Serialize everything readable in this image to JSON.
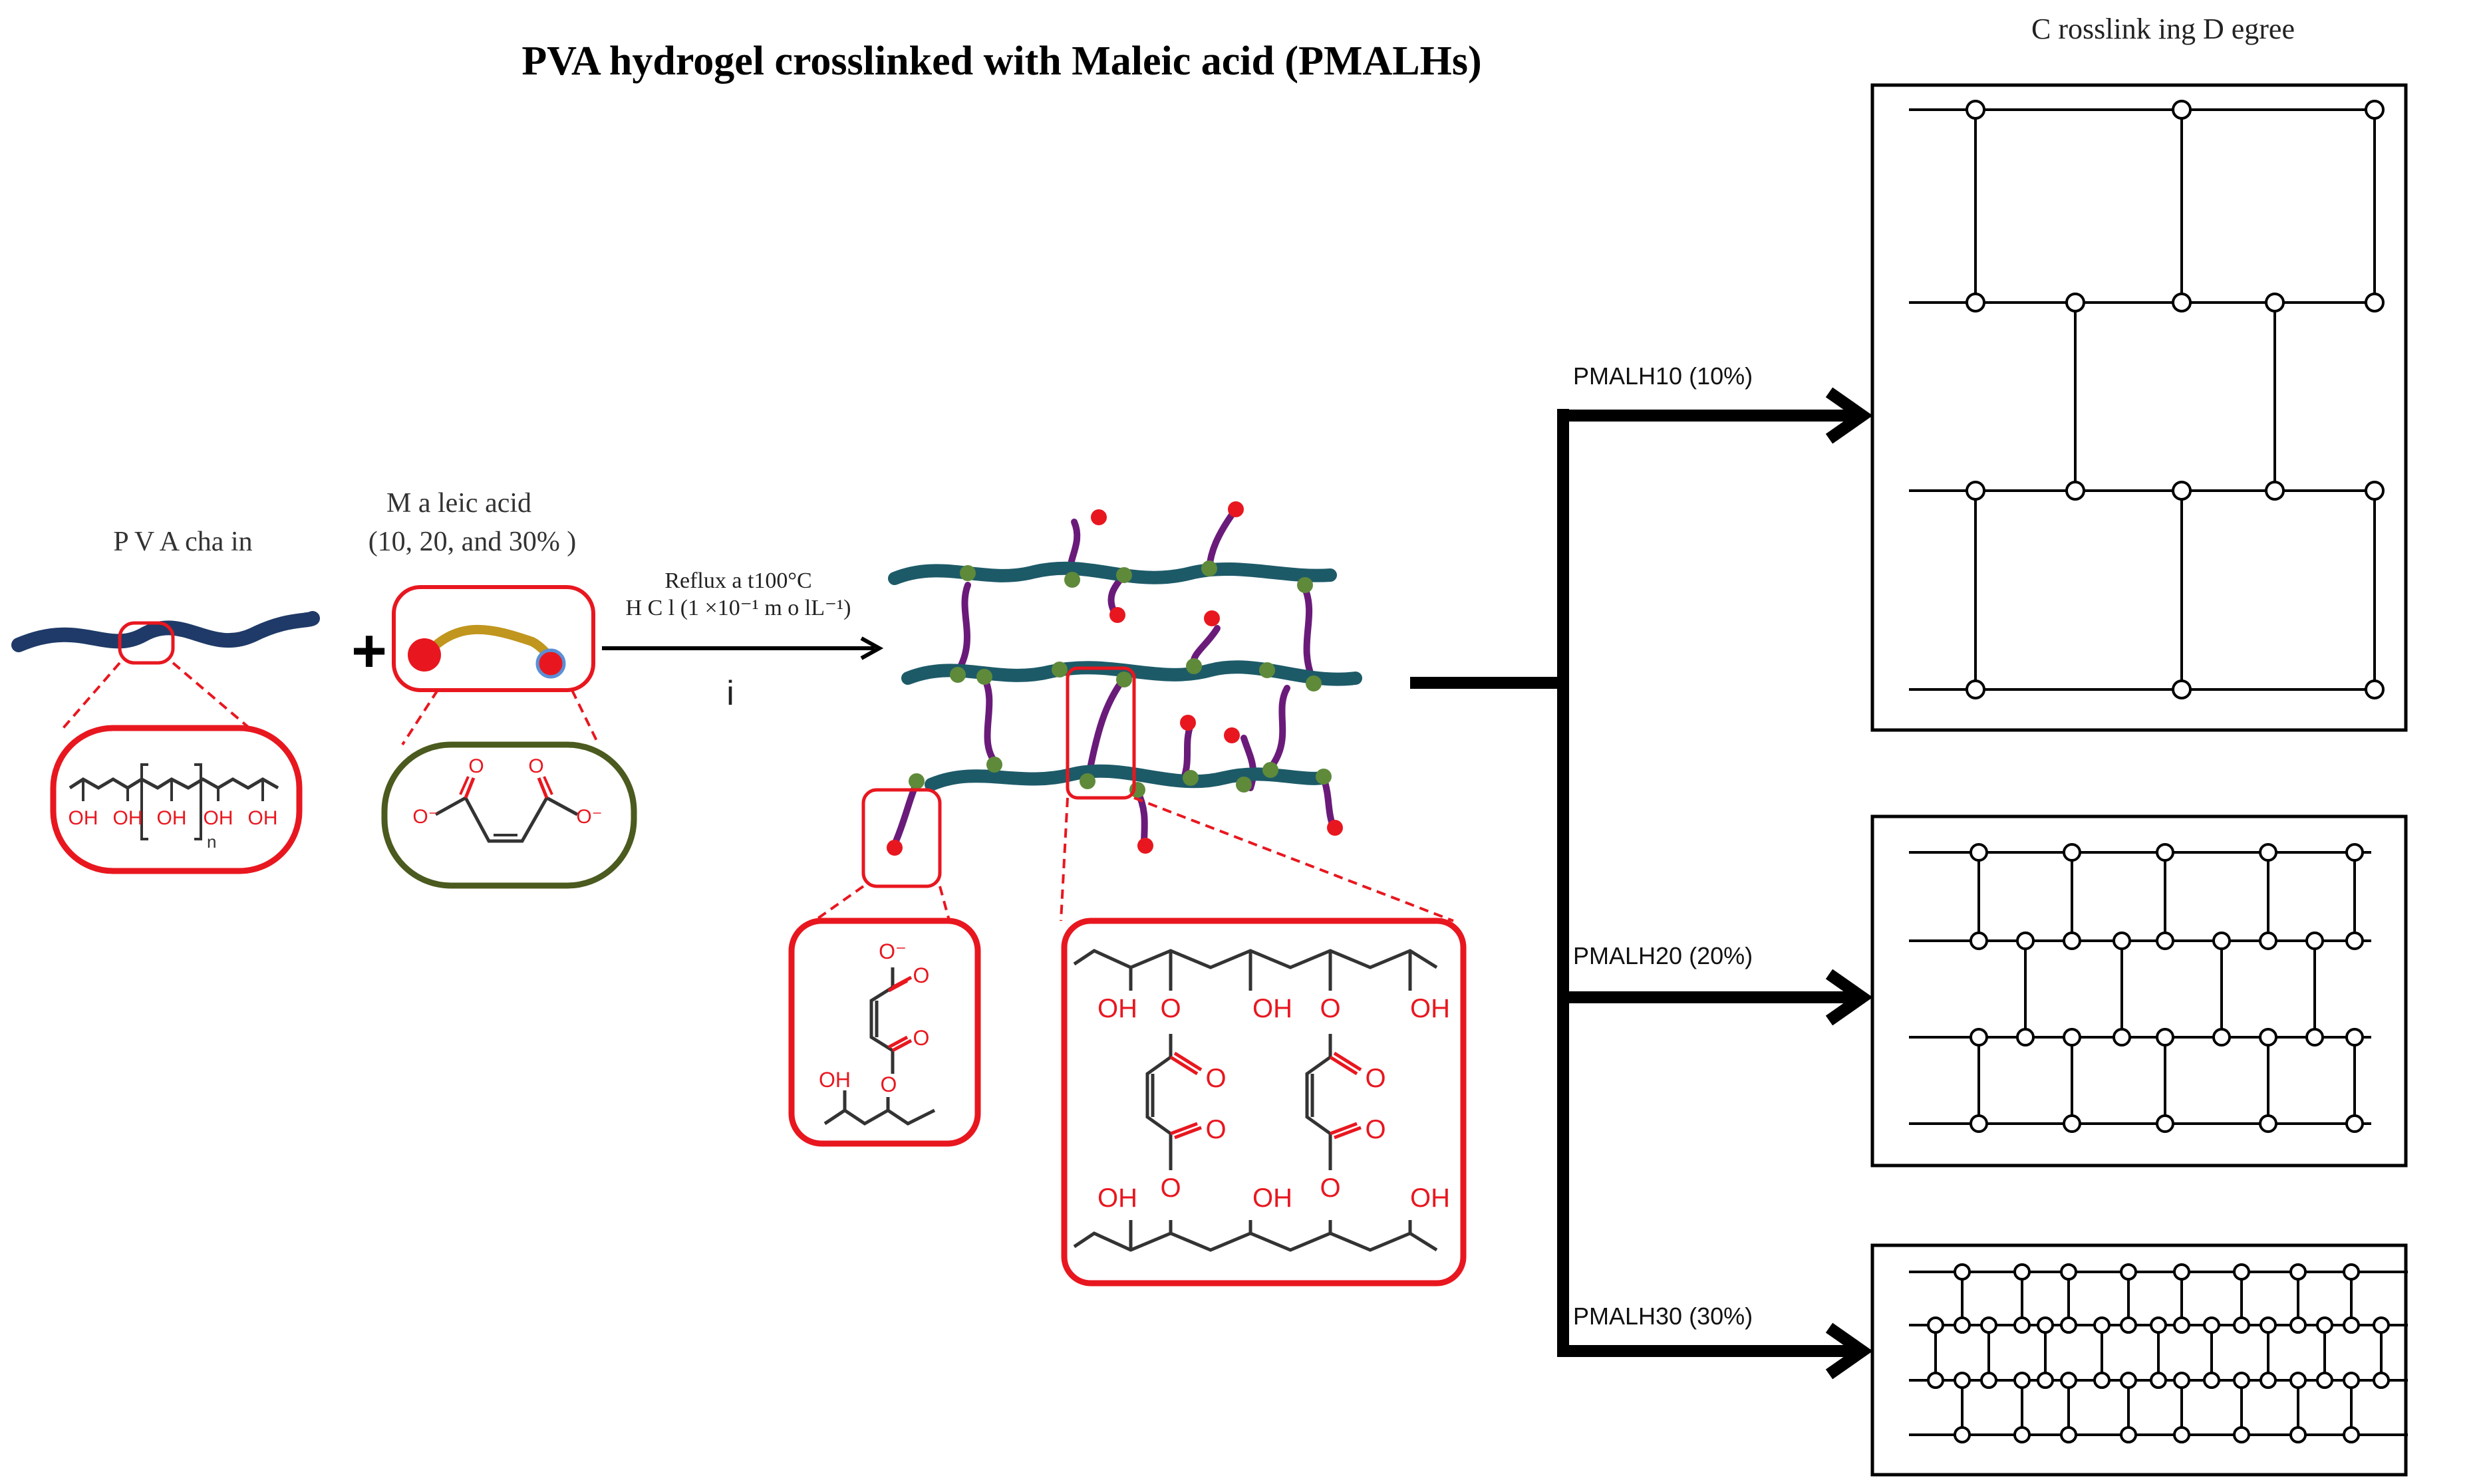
{
  "title": "PVA hydrogel crosslinked with Maleic acid (PMALHs)",
  "crosslinking_title": "C rosslink ing D egree",
  "pva": {
    "label": "P V A  cha in",
    "oh_labels": [
      "OH",
      "OH",
      "OH",
      "OH",
      "OH"
    ],
    "subscript": "n"
  },
  "maleic": {
    "label_line1": "M  a leic acid",
    "label_line2": "(10, 20, and  30%  )",
    "o_labels": [
      "O",
      "O",
      "O⁻",
      "O⁻"
    ]
  },
  "plus_sign": "+",
  "reaction": {
    "line1": "Reflux  a t100°C",
    "line2": "H C l (1  ×10⁻¹ m  o lL⁻¹)",
    "step": "i"
  },
  "pendant": {
    "o_labels": [
      "O⁻",
      "O",
      "O",
      "O",
      "OH"
    ]
  },
  "crosslink": {
    "oh_labels": [
      "OH",
      "OH",
      "OH",
      "OH",
      "OH",
      "OH"
    ],
    "o_labels": [
      "O",
      "O",
      "O",
      "O",
      "O",
      "O",
      "O",
      "O"
    ]
  },
  "branches": [
    {
      "label": "PMALH10 (10%)",
      "percent": 10
    },
    {
      "label": "PMALH20 (20%)",
      "percent": 20
    },
    {
      "label": "PMALH30 (30%)",
      "percent": 30
    }
  ],
  "colors": {
    "red": "#e8171f",
    "chain_dark_blue": "#1f3a68",
    "chain_teal": "#1d5a68",
    "crosslinker_purple": "#6a1b7a",
    "node_green": "#5f8a3a",
    "olive_border": "#4b5a1e",
    "maleic_tan": "#c0961e",
    "maleic_blue_ring": "#5b8fd6"
  }
}
